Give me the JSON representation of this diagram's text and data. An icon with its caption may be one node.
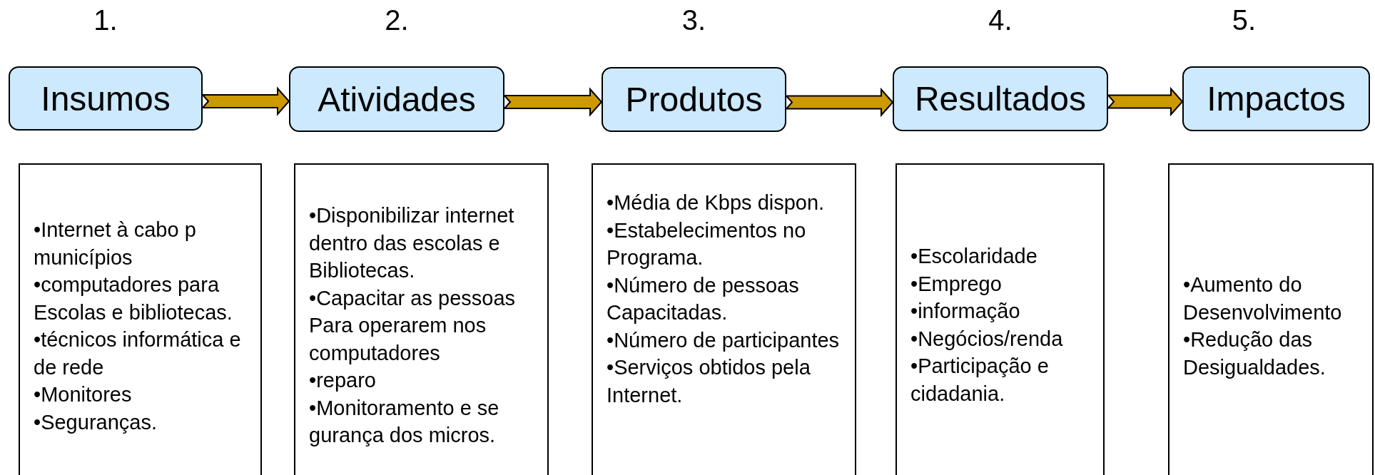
{
  "diagram": {
    "nodes": [
      {
        "text": [
          "Insumos"
        ],
        "beside": [
          "1."
        ]
      },
      {
        "text": [
          "Atividades"
        ],
        "beside": [
          "2."
        ]
      },
      {
        "text": [
          "Produtos"
        ],
        "beside": [
          "3."
        ]
      },
      {
        "text": [
          "Resultados"
        ],
        "beside": [
          "4."
        ]
      },
      {
        "text": [
          "Impactos"
        ],
        "beside": [
          "5."
        ]
      },
      {
        "text": [
          "•Internet à cabo p municípios",
          "•computadores para Escolas e bibliotecas.",
          "•técnicos informática e de rede",
          "•Monitores",
          "•Seguranças."
        ]
      },
      {
        "text": [
          "•Disponibilizar internet dentro das escolas e Bibliotecas.",
          "•Capacitar as pessoas Para operarem nos computadores",
          "•reparo",
          "•Monitoramento e se gurança dos micros."
        ]
      },
      {
        "text": [
          "•Média de Kbps dispon.",
          "•Estabelecimentos no Programa.",
          "•Número de pessoas Capacitadas.",
          "•Número de participantes",
          "•Serviços obtidos pela Internet."
        ]
      },
      {
        "text": [
          "•Escolaridade",
          "•Emprego",
          "•informação",
          "•Negócios/renda",
          "•Participação e cidadania."
        ]
      },
      {
        "text": [
          "•Aumento do Desenvolvimento",
          "•Redução das Desigualdades."
        ]
      }
    ],
    "edges": [
      {
        "from": 0,
        "to": 1,
        "arrow": "to"
      },
      {
        "from": 1,
        "to": 2,
        "arrow": "to"
      },
      {
        "from": 2,
        "to": 3,
        "arrow": "to"
      },
      {
        "from": 3,
        "to": 4,
        "arrow": "to"
      }
    ]
  }
}
